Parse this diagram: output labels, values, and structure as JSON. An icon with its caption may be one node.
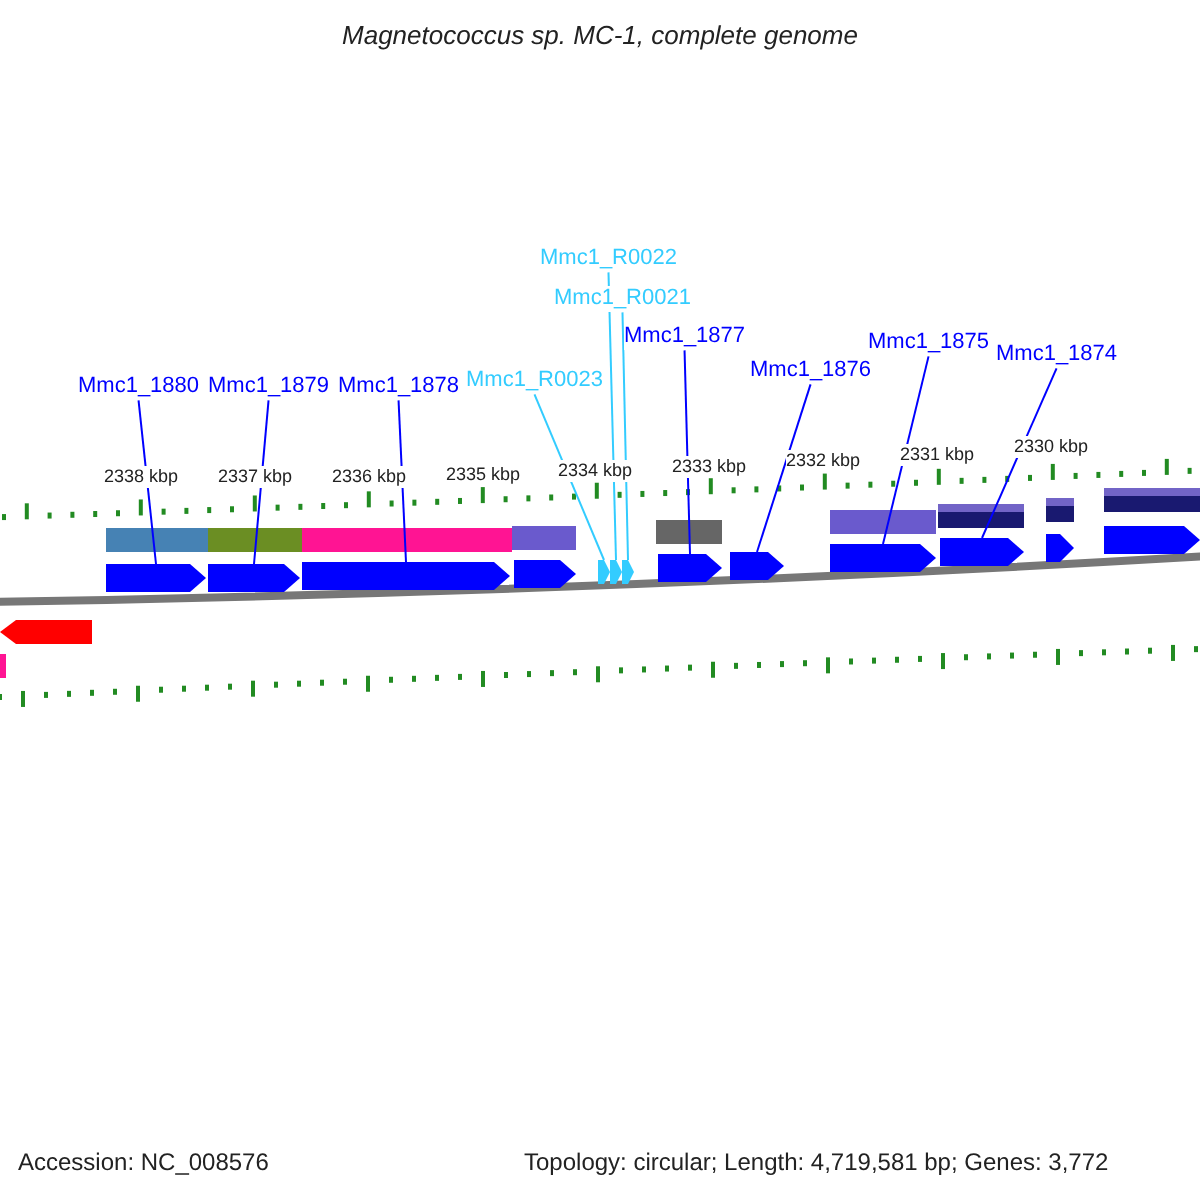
{
  "diagram": {
    "title": "Magnetococcus sp. MC-1, complete genome",
    "nodes": [
      {
        "text": [
          "Mmc1_1880"
        ]
      },
      {
        "text": [
          "Mmc1_1879"
        ]
      },
      {
        "text": [
          "Mmc1_1878"
        ]
      },
      {
        "text": [
          "Mmc1_R0023"
        ]
      },
      {
        "text": [
          "Mmc1_R0022"
        ]
      },
      {
        "text": [
          "Mmc1_R0021"
        ]
      },
      {
        "text": [
          "Mmc1_1877"
        ]
      },
      {
        "text": [
          "Mmc1_1876"
        ]
      },
      {
        "text": [
          "Mmc1_1875"
        ]
      },
      {
        "text": [
          "Mmc1_1874"
        ]
      },
      {
        "text": [],
        "shape": "pentagon"
      },
      {
        "text": [],
        "shape": "pentagon"
      },
      {
        "text": [],
        "shape": "pentagon"
      },
      {
        "text": [],
        "shape": "pentagon"
      },
      {
        "text": [],
        "shape": "pentagon"
      },
      {
        "text": [],
        "shape": "pentagon"
      },
      {
        "text": [],
        "shape": "pentagon"
      },
      {
        "text": [],
        "shape": "pentagon"
      },
      {
        "text": [],
        "shape": "pentagon"
      },
      {
        "text": [],
        "shape": "pentagon"
      },
      {
        "text": [],
        "shape": "pentagon"
      },
      {
        "text": [],
        "shape": "pentagon"
      },
      {
        "text": [],
        "shape": "pentagon"
      },
      {
        "text": [],
        "shape": "pentagon"
      }
    ],
    "edges": [
      {
        "from": 0,
        "to": 10,
        "arrow": "none"
      },
      {
        "from": 1,
        "to": 11,
        "arrow": "none"
      },
      {
        "from": 2,
        "to": 12,
        "arrow": "none"
      },
      {
        "from": 3,
        "to": 14,
        "arrow": "none",
        "color": "#33ccff"
      },
      {
        "from": 4,
        "to": 15,
        "arrow": "none",
        "color": "#33ccff"
      },
      {
        "from": 5,
        "to": 16,
        "arrow": "none",
        "color": "#33ccff"
      },
      {
        "from": 6,
        "to": 17,
        "arrow": "none"
      },
      {
        "from": 7,
        "to": 18,
        "arrow": "none"
      },
      {
        "from": 8,
        "to": 19,
        "arrow": "none"
      },
      {
        "from": 9,
        "to": 20,
        "arrow": "none"
      }
    ],
    "labels": [
      "2338 kbp",
      "2337 kbp",
      "2336 kbp",
      "2335 kbp",
      "2334 kbp",
      "2333 kbp",
      "2332 kbp",
      "2331 kbp",
      "2330 kbp",
      "Accession: NC_008576",
      "Topology: circular; Length: 4,719,581 bp; Genes: 3,772"
    ]
  }
}
